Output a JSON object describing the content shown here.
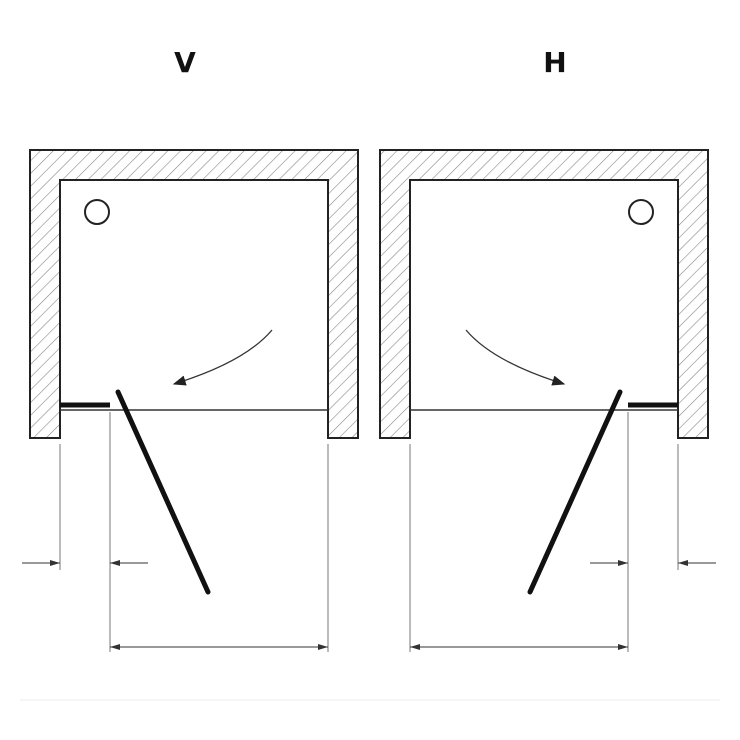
{
  "diagrams": [
    {
      "label": "V",
      "hinge_side": "left"
    },
    {
      "label": "H",
      "hinge_side": "right"
    }
  ],
  "colors": {
    "line": "#222222",
    "dimension": "#555555",
    "hatch": "#888888",
    "background": "#ffffff"
  },
  "icons": [
    "shower-drain-icon",
    "swing-arrow-icon",
    "dimension-arrow-icon"
  ]
}
